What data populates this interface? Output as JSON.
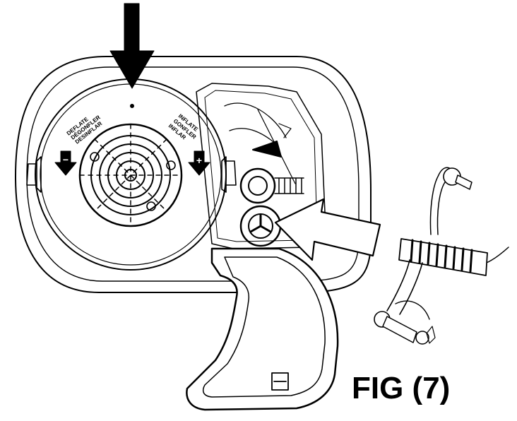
{
  "figure": {
    "label": "FIG (7)"
  },
  "dial": {
    "deflate_labels": [
      "DEFLATE",
      "DÉGONFLER",
      "DESINFLAR"
    ],
    "inflate_labels": [
      "INFLATE",
      "GONFLER",
      "INFLAR"
    ],
    "minus_symbol": "−",
    "plus_symbol": "+"
  },
  "colors": {
    "line": "#000000",
    "fill": "#ffffff"
  }
}
